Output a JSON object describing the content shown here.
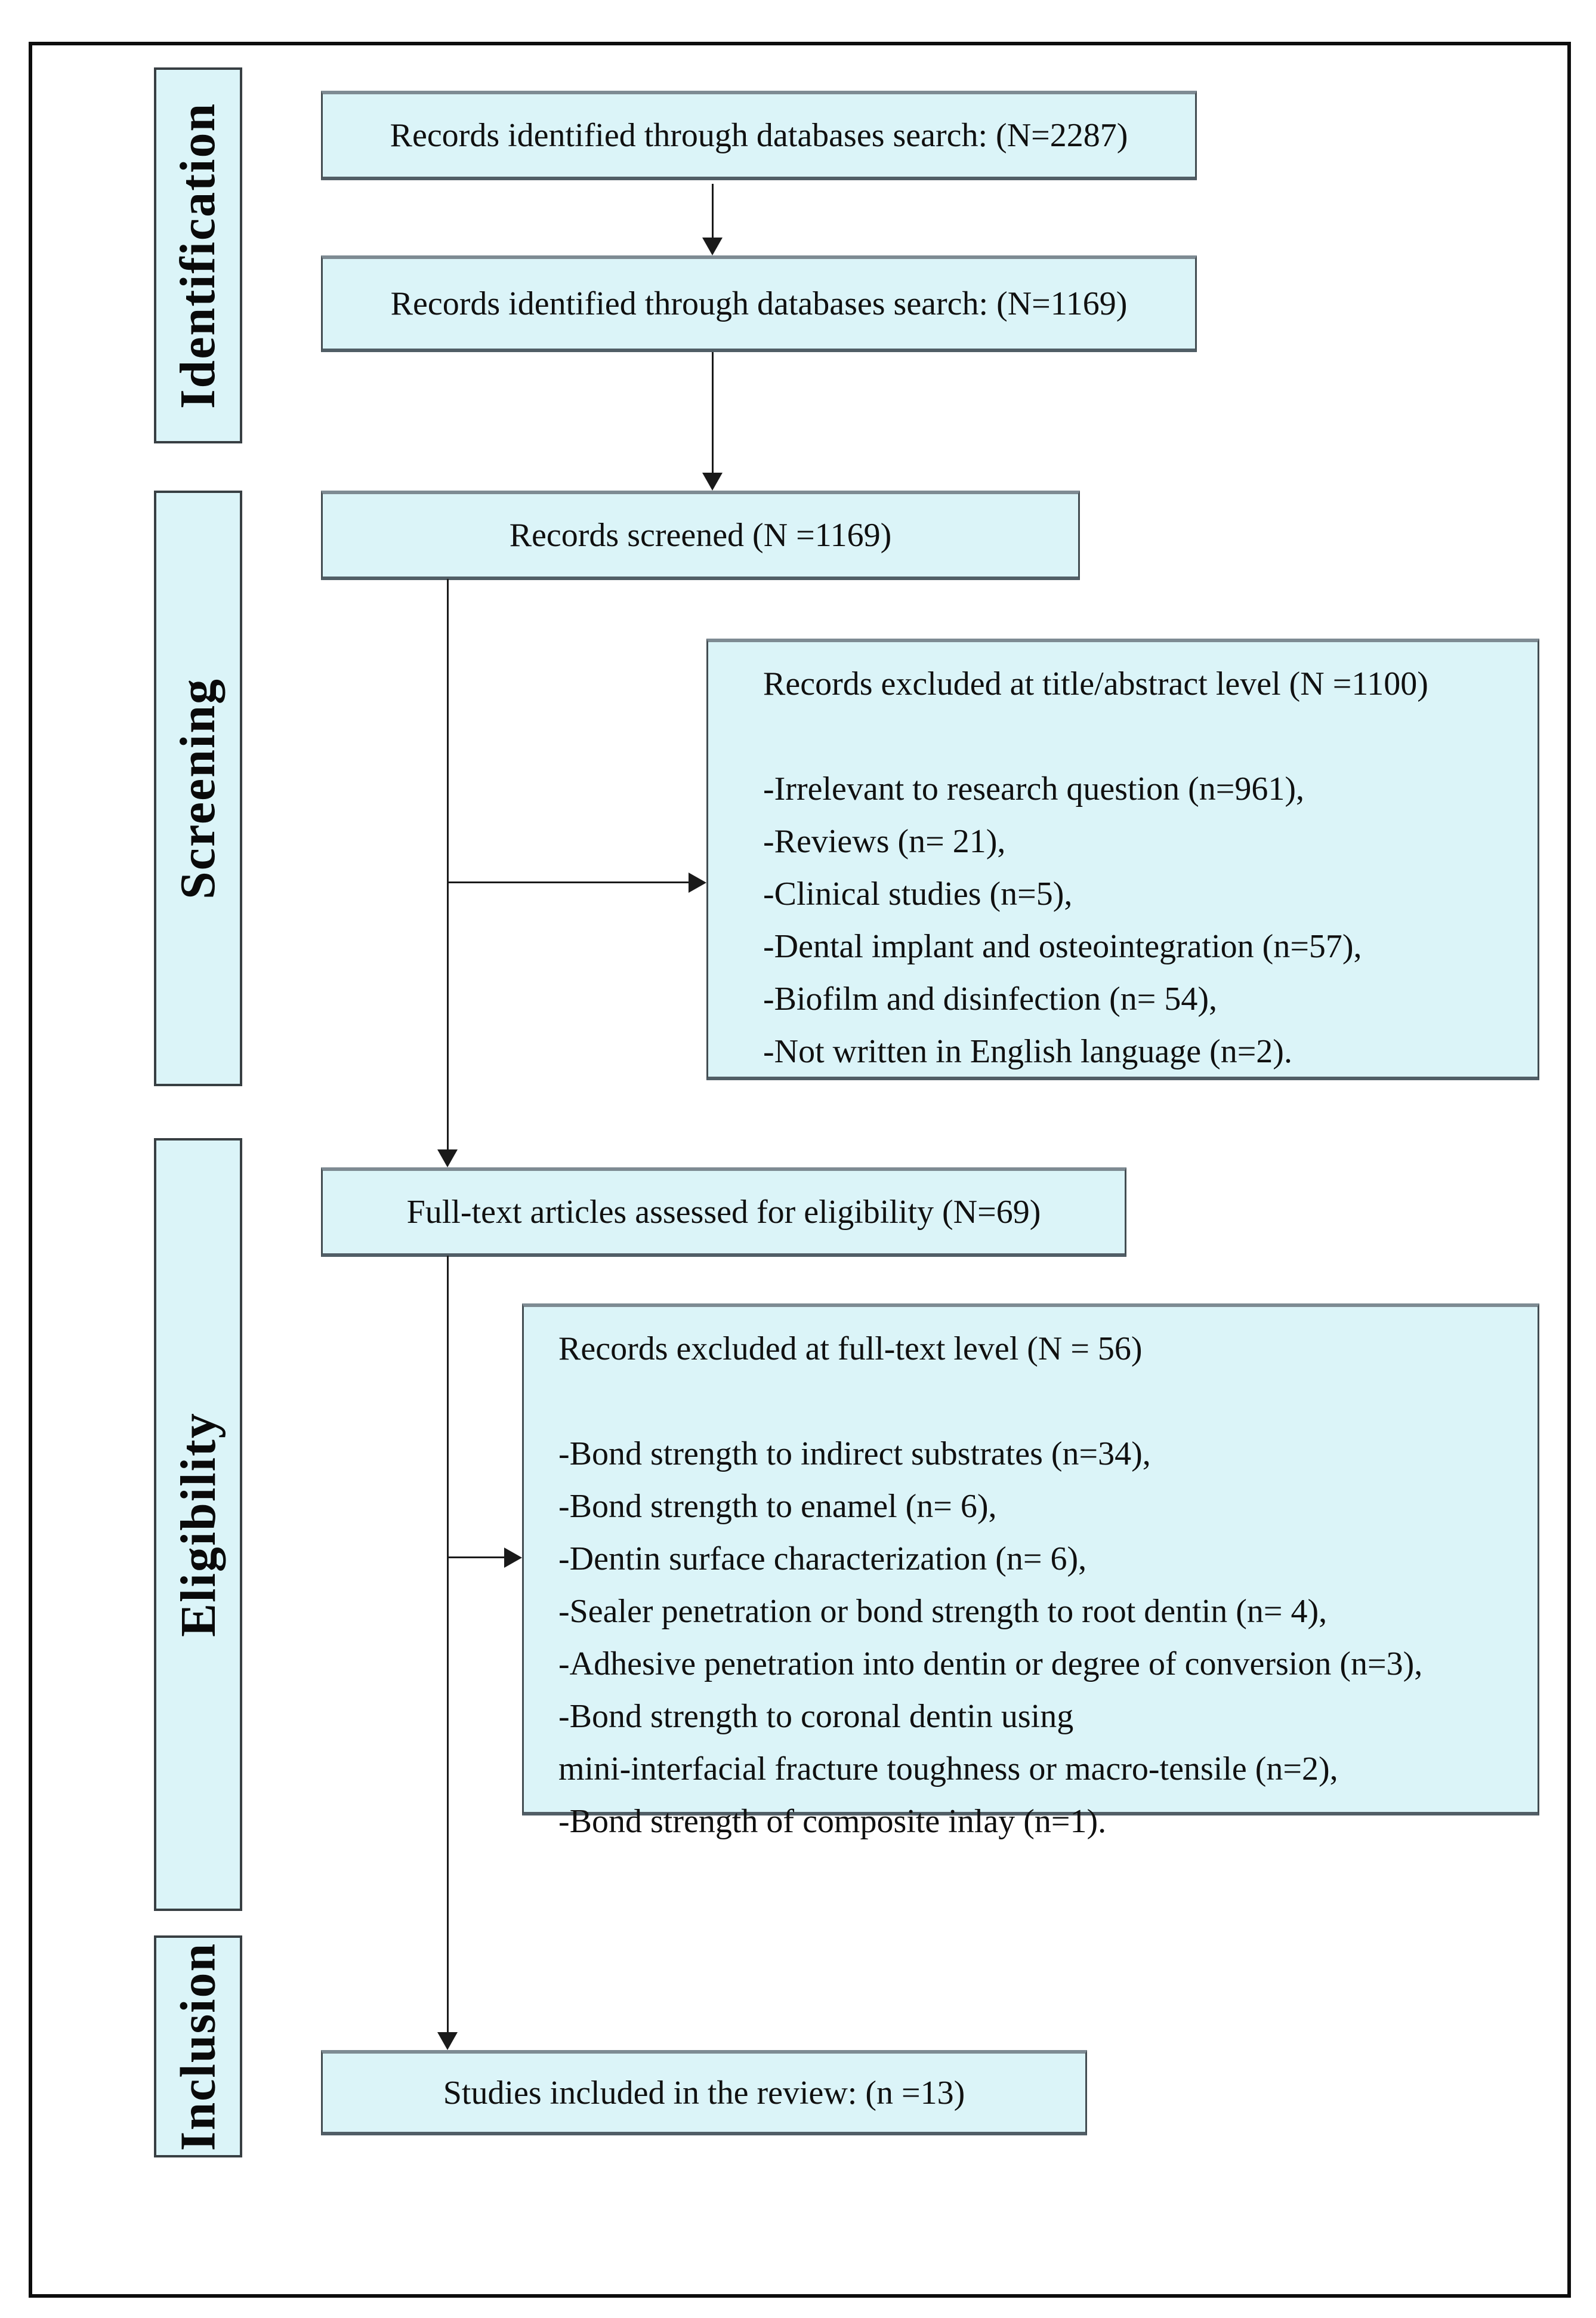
{
  "diagram": {
    "stages": {
      "identification": "Identification",
      "screening": "Screening",
      "eligibility": "Eligibility",
      "inclusion": "Inclusion"
    },
    "boxes": {
      "records_identified_1": "Records identified through databases search: (N=2287)",
      "records_identified_2": "Records identified through databases search: (N=1169)",
      "records_screened": "Records screened (N =1169)",
      "fulltext_assessed": "Full-text articles assessed for eligibility (N=69)",
      "studies_included": "Studies included in the review: (n =13)"
    },
    "exclusions": {
      "title_abstract": {
        "title": "Records excluded at title/abstract level (N =1100)",
        "items": [
          "-Irrelevant to research question (n=961),",
          "-Reviews (n= 21),",
          "-Clinical studies (n=5),",
          "-Dental implant and osteointegration (n=57),",
          "-Biofilm and disinfection (n= 54),",
          "-Not written in English language (n=2)."
        ]
      },
      "full_text": {
        "title": "Records excluded at full-text level (N = 56)",
        "items": [
          "-Bond strength to indirect substrates (n=34),",
          "-Bond strength to enamel (n= 6),",
          "-Dentin surface characterization (n= 6),",
          "-Sealer penetration or bond strength to root dentin (n= 4),",
          "-Adhesive penetration into dentin or degree of conversion (n=3),",
          "-Bond strength to coronal dentin using",
          "mini-interfacial fracture toughness or macro-tensile (n=2),",
          "-Bond strength of composite inlay (n=1)."
        ]
      }
    },
    "colors": {
      "box_fill": "#dbf4f8",
      "box_border_dark": "#434d52",
      "box_border_light": "#7e8b93",
      "arrow_line": "#1a1a1a"
    }
  }
}
